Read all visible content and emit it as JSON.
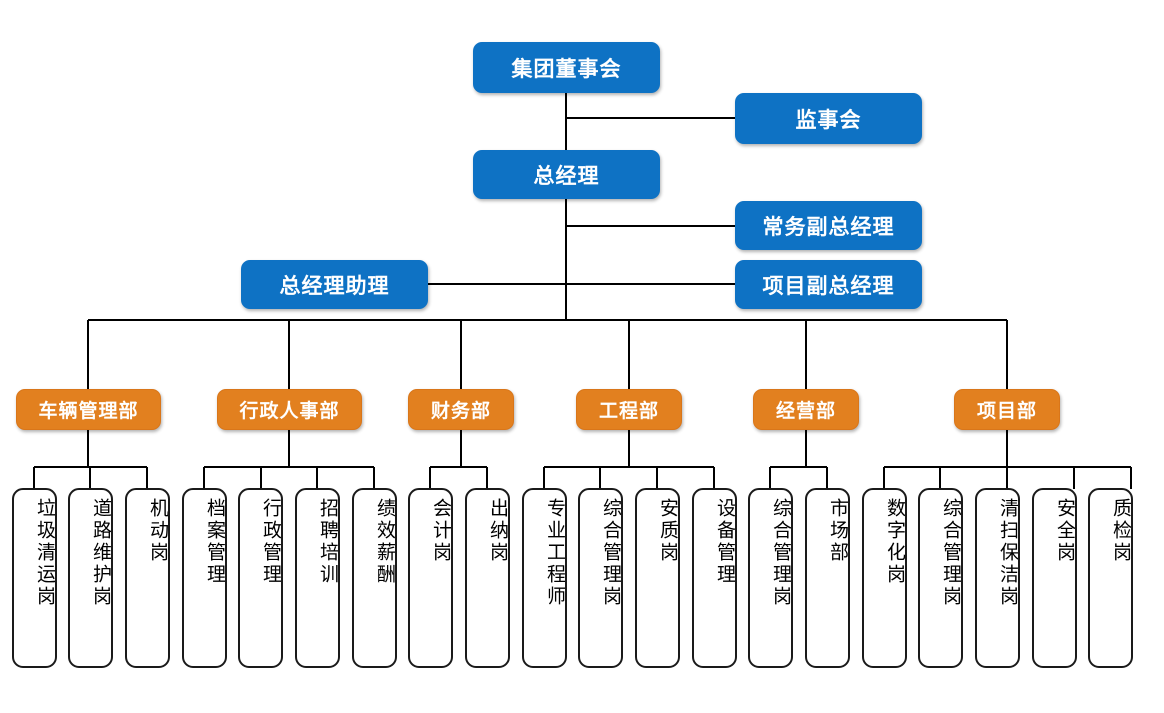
{
  "meta": {
    "title": "集团组织架构图",
    "colors": {
      "executive_blue": "#0E72C4",
      "department_orange": "#E2801F",
      "leaf_border": "#1a1a1a",
      "connector": "#000000",
      "background": "#ffffff"
    }
  },
  "executives": {
    "board": "集团董事会",
    "supervisors": "监事会",
    "general_manager": "总经理",
    "executive_deputy_gm": "常务副总经理",
    "project_deputy_gm": "项目副总经理",
    "gm_assistant": "总经理助理"
  },
  "departments": [
    {
      "name": "车辆管理部",
      "positions": [
        "垃圾清运岗",
        "道路维护岗",
        "机动岗"
      ]
    },
    {
      "name": "行政人事部",
      "positions": [
        "档案管理",
        "行政管理",
        "招聘培训",
        "绩效薪酬"
      ]
    },
    {
      "name": "财务部",
      "positions": [
        "会计岗",
        "出纳岗"
      ]
    },
    {
      "name": "工程部",
      "positions": [
        "专业工程师",
        "综合管理岗",
        "安质岗",
        "设备管理"
      ]
    },
    {
      "name": "经营部",
      "positions": [
        "综合管理岗",
        "市场部"
      ]
    },
    {
      "name": "项目部",
      "positions": [
        "数字化岗",
        "综合管理岗",
        "清扫保洁岗",
        "安全岗",
        "质检岗"
      ]
    }
  ],
  "leaf_sequence": [
    "垃圾清运岗",
    "道路维护岗",
    "机动岗",
    "档案管理",
    "行政管理",
    "招聘培训",
    "绩效薪酬",
    "会计岗",
    "出纳岗",
    "专业工程师",
    "综合管理岗",
    "安质岗",
    "设备管理",
    "综合管理岗",
    "市场部",
    "数字化岗",
    "综合管理岗",
    "清扫保洁岗",
    "安全岗",
    "质检岗"
  ]
}
